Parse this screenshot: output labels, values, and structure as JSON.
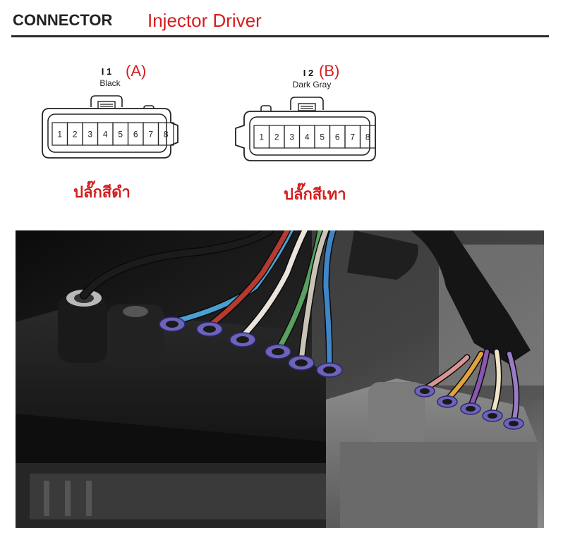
{
  "header": {
    "title": "CONNECTOR",
    "subtitle": "Injector Driver"
  },
  "connectors": [
    {
      "code": "I 1",
      "letter": "(A)",
      "color_name": "Black",
      "pins": [
        "1",
        "2",
        "3",
        "4",
        "5",
        "6",
        "7",
        "8"
      ],
      "thai_label": "ปลั๊กสีดำ"
    },
    {
      "code": "I 2",
      "letter": "(B)",
      "color_name": "Dark Gray",
      "pins": [
        "1",
        "2",
        "3",
        "4",
        "5",
        "6",
        "7",
        "8"
      ],
      "thai_label": "ปลั๊กสีเทา"
    }
  ],
  "colors": {
    "accent_red": "#d51d1d",
    "rule": "#2b2b2b",
    "connector_a_body": "#1a1a1a",
    "connector_b_body": "#6f6f6f",
    "seal_purple": "#6b64b8"
  },
  "photo": {
    "connector_a_wires": [
      "#1b1b1b",
      "#4aa0d0",
      "#b53a30",
      "#e9e4dc",
      "#5aa060",
      "#c9c2b6",
      "#3f86c8"
    ],
    "connector_b_wires": [
      "#d99595",
      "#e1a33e",
      "#8a56b0",
      "#f0e4c8",
      "#9a7cc6"
    ]
  }
}
